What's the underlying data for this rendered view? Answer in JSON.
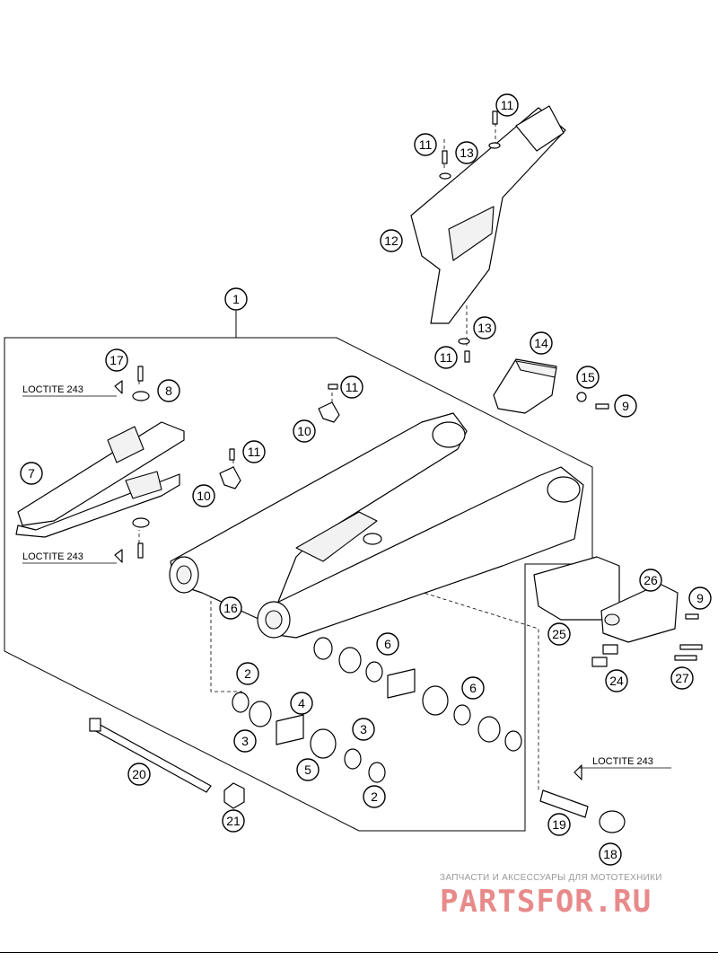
{
  "callouts": [
    "1",
    "2",
    "3",
    "4",
    "5",
    "6",
    "7",
    "8",
    "9",
    "10",
    "11",
    "12",
    "13",
    "14",
    "15",
    "16",
    "17",
    "18",
    "19",
    "20",
    "21",
    "24",
    "25",
    "26",
    "27"
  ],
  "notes": {
    "loctite_top": "LOCTITE 243",
    "loctite_mid": "LOCTITE 243",
    "loctite_right": "LOCTITE 243"
  },
  "watermark": {
    "tagline": "ЗАПЧАСТИ И АКСЕССУАРЫ ДЛЯ МОТОТЕХНИКИ",
    "brand": "PARTSFOR.RU"
  }
}
